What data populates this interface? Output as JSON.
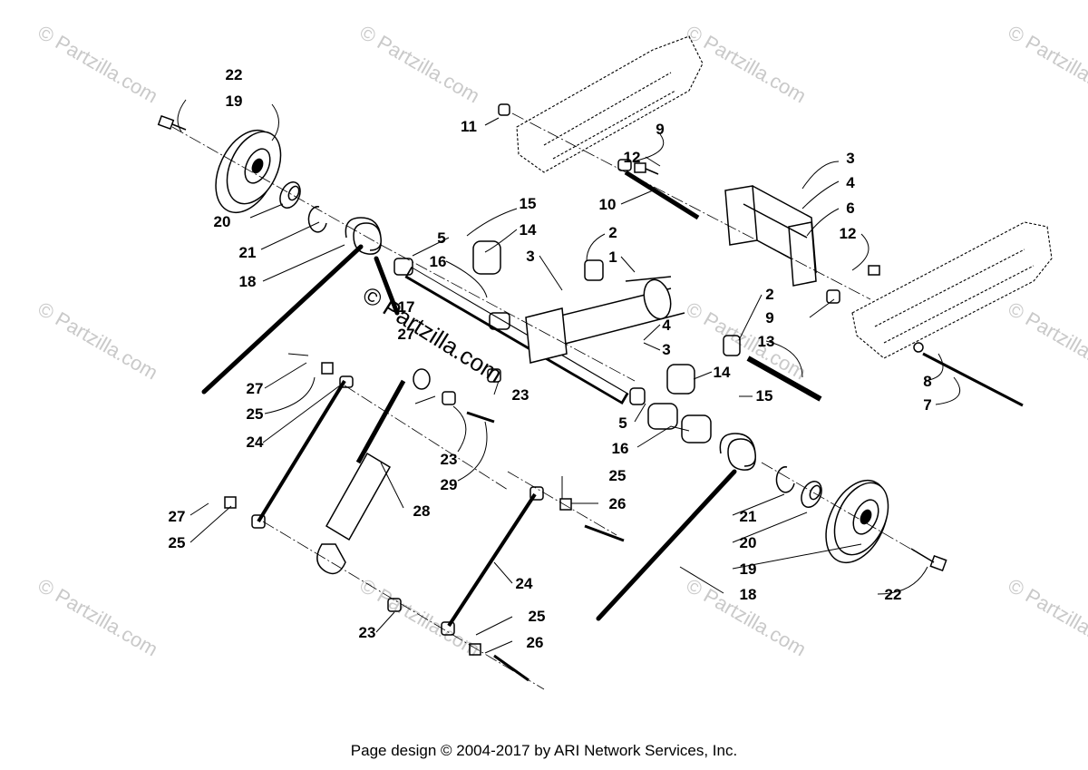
{
  "footer": "Page design © 2004-2017 by ARI Network Services, Inc.",
  "watermark": "© Partzilla.com",
  "watermark_overlay": "© Partzilla.com",
  "callouts": {
    "c22a": "22",
    "c19a": "19",
    "c20a": "20",
    "c21a": "21",
    "c18a": "18",
    "c11": "11",
    "c9a": "9",
    "c12a": "12",
    "c10": "10",
    "c3a": "3",
    "c4a": "4",
    "c6": "6",
    "c12b": "12",
    "c15a": "15",
    "c14a": "14",
    "c5a": "5",
    "c16a": "16",
    "c3b": "3",
    "c2a": "2",
    "c1": "1",
    "c17": "17",
    "c2b": "2",
    "c9b": "9",
    "c13": "13",
    "c4b": "4",
    "c3c": "3",
    "c14b": "14",
    "c15b": "15",
    "c8": "8",
    "c7": "7",
    "c27a": "27",
    "c27b": "27",
    "c25a": "25",
    "c24a": "24",
    "c23a": "23",
    "c23b": "23",
    "c29": "29",
    "c28": "28",
    "c5b": "5",
    "c16b": "16",
    "c25b": "25",
    "c26a": "26",
    "c27c": "27",
    "c25c": "25",
    "c24b": "24",
    "c23c": "23",
    "c25d": "25",
    "c26b": "26",
    "c21b": "21",
    "c20b": "20",
    "c19b": "19",
    "c18b": "18",
    "c22b": "22"
  }
}
